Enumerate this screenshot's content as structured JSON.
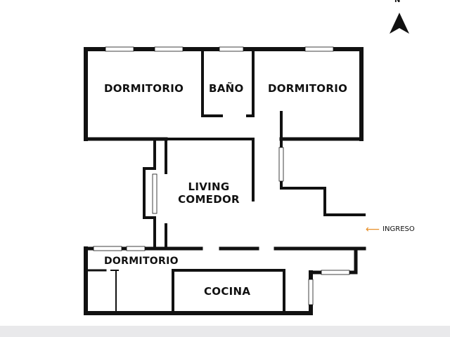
{
  "compass": {
    "label": "N",
    "icon": "north-arrow-icon"
  },
  "rooms": {
    "dormitorio_left": "DORMITORIO",
    "bano": "BAÑO",
    "dormitorio_right": "DORMITORIO",
    "living_line1": "LIVING",
    "living_line2": "COMEDOR",
    "dormitorio_bottom": "DORMITORIO",
    "cocina": "COCINA"
  },
  "entrance": {
    "label": "INGRESO",
    "arrow_icon": "arrow-left-icon",
    "arrow_color": "#e8902a"
  },
  "colors": {
    "wall": "#111111",
    "window": "#ffffff",
    "background": "#ffffff",
    "footer": "#e9e9eb"
  }
}
